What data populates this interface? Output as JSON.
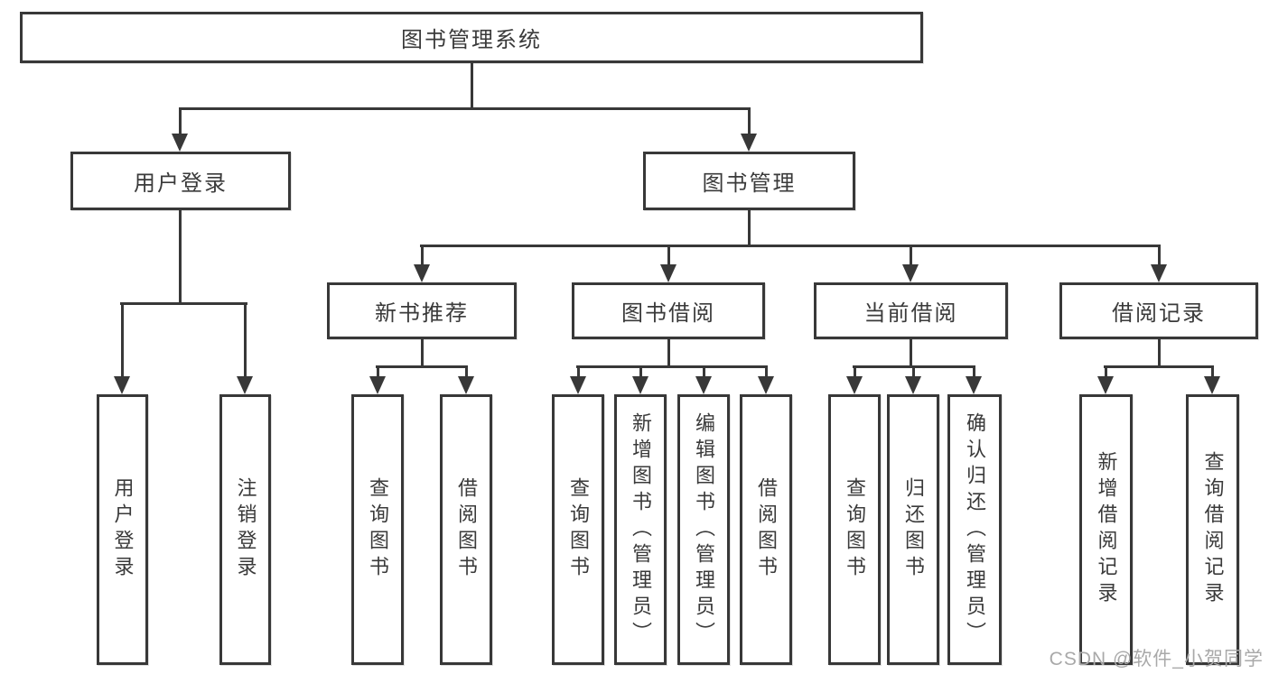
{
  "tree": {
    "label": "图书管理系统",
    "children": [
      {
        "label": "用户登录",
        "children": [
          {
            "label": "用户登录"
          },
          {
            "label": "注销登录"
          }
        ]
      },
      {
        "label": "图书管理",
        "children": [
          {
            "label": "新书推荐",
            "children": [
              {
                "label": "查询图书"
              },
              {
                "label": "借阅图书"
              }
            ]
          },
          {
            "label": "图书借阅",
            "children": [
              {
                "label": "查询图书"
              },
              {
                "label": "新增图书（管理员）"
              },
              {
                "label": "编辑图书（管理员）"
              },
              {
                "label": "借阅图书"
              }
            ]
          },
          {
            "label": "当前借阅",
            "children": [
              {
                "label": "查询图书"
              },
              {
                "label": "归还图书"
              },
              {
                "label": "确认归还（管理员）"
              }
            ]
          },
          {
            "label": "借阅记录",
            "children": [
              {
                "label": "新增借阅记录"
              },
              {
                "label": "查询借阅记录"
              }
            ]
          }
        ]
      }
    ]
  },
  "watermark": "CSDN @软件_小贺同学",
  "colors": {
    "line": "#383838",
    "text": "#3a3a3a",
    "watermark": "#a9a9a9",
    "background": "#ffffff"
  }
}
